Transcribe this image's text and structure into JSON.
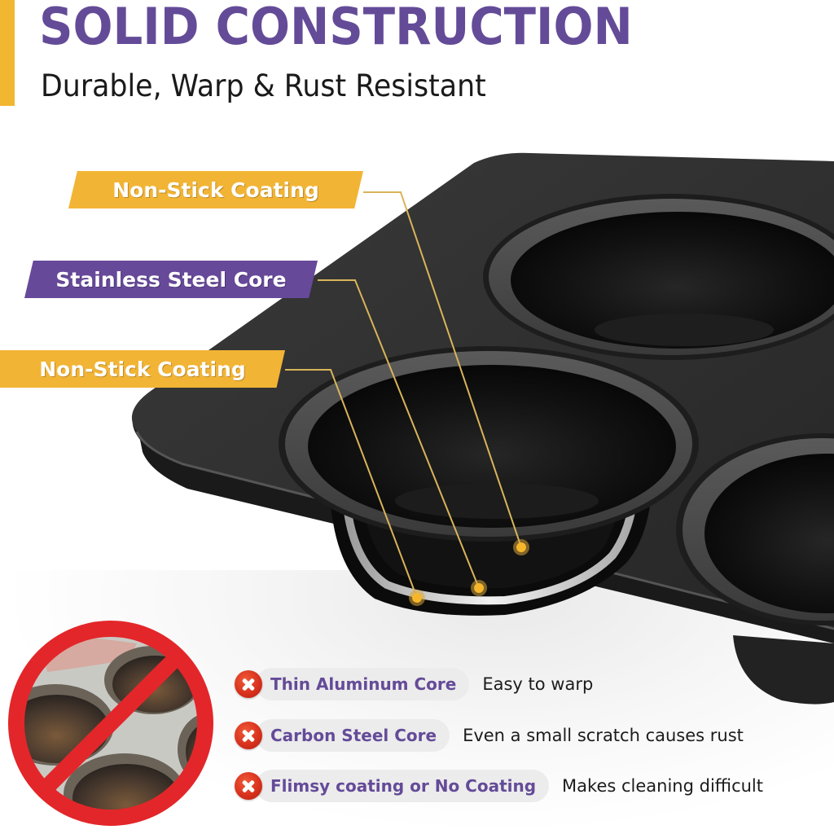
{
  "header": {
    "title": "SOLID CONSTRUCTION",
    "subtitle": "Durable, Warp & Rust Resistant",
    "accent_color": "#f1b731",
    "title_color": "#644b98"
  },
  "callouts": [
    {
      "label": "Non-Stick Coating",
      "color": "#f2b434"
    },
    {
      "label": "Stainless Steel Core",
      "color": "#67499a"
    },
    {
      "label": "Non-Stick Coating",
      "color": "#f2b434"
    }
  ],
  "product_image": {
    "icon": "muffin-pan-illustration",
    "layers": [
      "Non-Stick Coating (inner)",
      "Stainless Steel Core",
      "Non-Stick Coating (outer)"
    ]
  },
  "bad_example": {
    "icon": "prohibited-sign-icon",
    "description": "Rusty old muffin pan crossed out"
  },
  "comparisons": [
    {
      "icon": "x-circle-icon",
      "label": "Thin Aluminum Core",
      "description": "Easy to warp"
    },
    {
      "icon": "x-circle-icon",
      "label": "Carbon Steel Core",
      "description": "Even a small scratch causes rust"
    },
    {
      "icon": "x-circle-icon",
      "label": "Flimsy coating or No Coating",
      "description": "Makes cleaning difficult"
    }
  ]
}
